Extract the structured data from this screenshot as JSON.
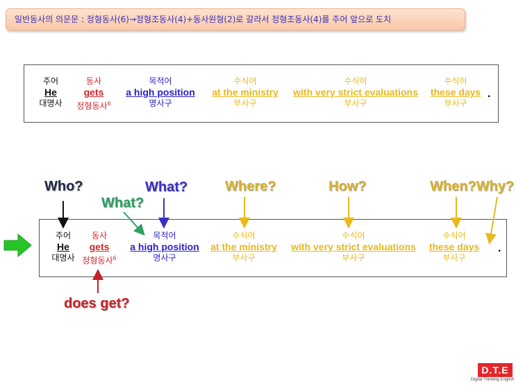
{
  "banner": "일반동사의 의문문 : 정형동사(6)→정형조동사(4)+동사원형(2)로 갈라서 정형조동사(4)를 주어 앞으로 도치",
  "sentence1": {
    "cols": [
      {
        "role": "주어",
        "word": "He",
        "pos": "대명사"
      },
      {
        "role": "동사",
        "word": "gets",
        "pos": "정형동사",
        "sup": "6"
      },
      {
        "role": "목적어",
        "word": "a high position",
        "pos": "명사구"
      },
      {
        "role": "수식어",
        "word": "at the ministry",
        "pos": "부사구"
      },
      {
        "role": "수식어",
        "word": "with very strict evaluations",
        "pos": "부사구"
      },
      {
        "role": "수식어",
        "word": "these days",
        "pos": "부사구"
      }
    ],
    "end": "."
  },
  "sentence2": {
    "cols": [
      {
        "role": "주어",
        "word": "He",
        "pos": "대명사"
      },
      {
        "role": "동사",
        "word": "gets",
        "pos": "정형동사",
        "sup": "6"
      },
      {
        "role": "목적어",
        "word": "a high position",
        "pos": "명사구"
      },
      {
        "role": "수식어",
        "word": "at the ministry",
        "pos": "부사구"
      },
      {
        "role": "수식어",
        "word": "with very strict evaluations",
        "pos": "부사구"
      },
      {
        "role": "수식어",
        "word": "these days",
        "pos": "부사구"
      }
    ],
    "end": "."
  },
  "questions": {
    "who": "Who?",
    "what_green": "What?",
    "what_blue": "What?",
    "where": "Where?",
    "how": "How?",
    "when_why": "When?Why?",
    "does_get": "does get?"
  },
  "logo": {
    "text": "D.T.E",
    "subtitle": "Digital Thinking English"
  },
  "colors": {
    "subject": "#111111",
    "verb": "#d0252a",
    "object": "#2b20c8",
    "modifier": "#e8b81c",
    "arrow_green": "#2aa061",
    "pointer": "#27c427"
  },
  "icons": {
    "pointer": "right-arrow-icon"
  }
}
